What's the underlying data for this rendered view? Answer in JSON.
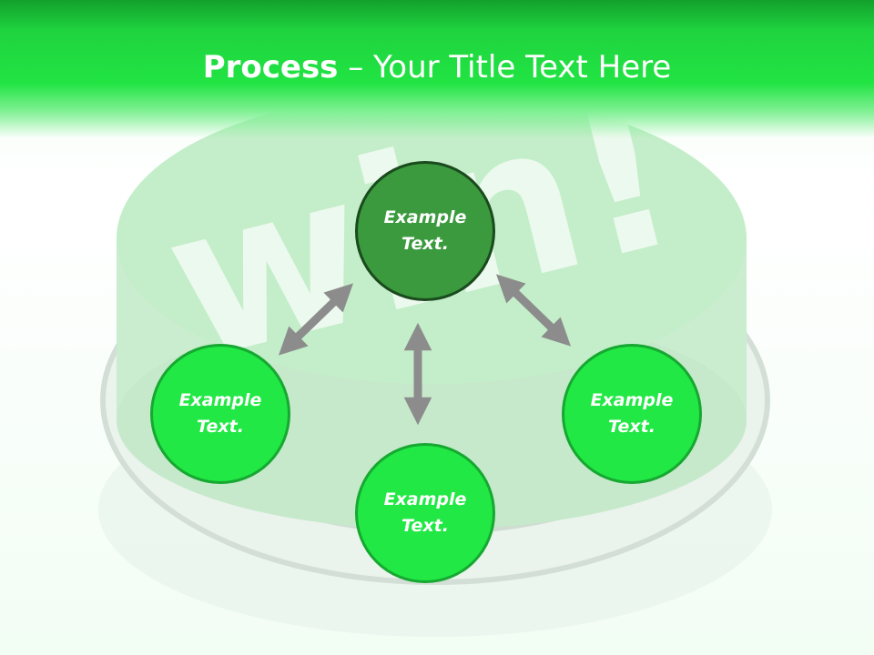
{
  "slide": {
    "title_bold": "Process",
    "title_rest": " – Your Title Text Here"
  },
  "background_art": {
    "word": "win!"
  },
  "nodes": [
    {
      "id": "top",
      "line1": "Example",
      "line2": "Text.",
      "color": "#3a9a3d"
    },
    {
      "id": "left",
      "line1": "Example",
      "line2": "Text.",
      "color": "#21e844"
    },
    {
      "id": "right",
      "line1": "Example",
      "line2": "Text.",
      "color": "#21e844"
    },
    {
      "id": "bottom",
      "line1": "Example",
      "line2": "Text.",
      "color": "#21e844"
    }
  ],
  "colors": {
    "header_green": "#21e443",
    "node_light": "#21e844",
    "node_dark": "#3a9a3d",
    "arrow_gray": "#8c8c8c"
  }
}
